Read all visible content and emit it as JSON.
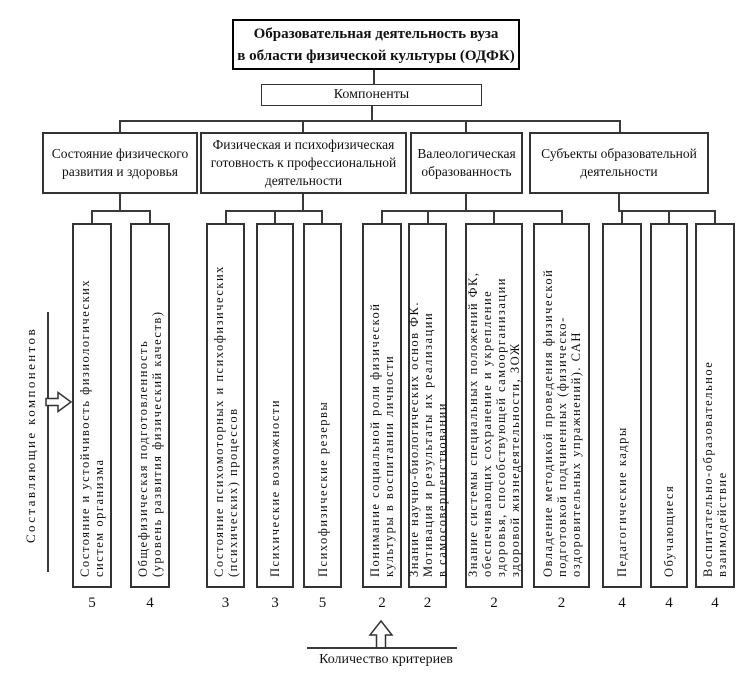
{
  "diagram": {
    "title": "Образовательная деятельность вуза\nв области физической культуры (ОДФК)",
    "components_label": "Компоненты",
    "left_caption": "Составляющие компонентов",
    "bottom_caption": "Количество критериев",
    "colors": {
      "background": "#ffffff",
      "border": "#333333",
      "line": "#3a3a3a",
      "text": "#111111"
    },
    "branches": [
      {
        "label": "Состояние физического\nразвития и здоровья",
        "items": [
          {
            "label": "Состояние и устойчивость физиологических\nсистем организма",
            "criteria_count": "5"
          },
          {
            "label": "Общефизическая подготовленность\n(уровень развития физический качеств)",
            "criteria_count": "4"
          }
        ]
      },
      {
        "label": "Физическая и психофизическая\nготовность к профессиональной\nдеятельности",
        "items": [
          {
            "label": "Состояние психомоторных и психофизических\n(психических) процессов",
            "criteria_count": "3"
          },
          {
            "label": "Психические возможности",
            "criteria_count": "3"
          },
          {
            "label": "Психофизические резервы",
            "criteria_count": "5"
          }
        ]
      },
      {
        "label": "Валеологическая\nобразованность",
        "items": [
          {
            "label": "Понимание социальной роли физической\nкультуры в воспитании личности",
            "criteria_count": "2"
          },
          {
            "label": "Знание научно-биологических основ ФК.\nМотивация и результаты их реализации\nв самосовершенствовании",
            "criteria_count": "2"
          },
          {
            "label": "Знание системы специальных положений ФК,\nобеспечивающих сохранение и укрепление\nздоровья, способствующей самоорганизации\nздоровой жизнедеятельности, ЗОЖ",
            "criteria_count": "2"
          },
          {
            "label": "Овладение методикой проведения физической\nподготовкой подчиненных (физическо-\nоздоровительных упражнений). САН",
            "criteria_count": "2"
          }
        ]
      },
      {
        "label": "Субъекты образовательной\nдеятельности",
        "items": [
          {
            "label": "Педагогические кадры",
            "criteria_count": "4"
          },
          {
            "label": "Обучающиеся",
            "criteria_count": "4"
          },
          {
            "label": "Воспитательно-образовательное\nвзаимодействие",
            "criteria_count": "4"
          }
        ]
      }
    ]
  }
}
